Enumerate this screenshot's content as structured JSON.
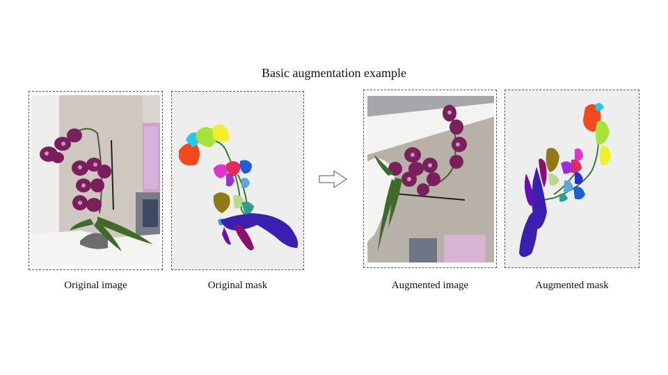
{
  "title": "Basic augmentation example",
  "panels": [
    {
      "caption": "Original image",
      "icon": "orchid-photo"
    },
    {
      "caption": "Original mask",
      "icon": "segmentation-mask"
    },
    {
      "caption": "Augmented image",
      "icon": "orchid-photo-rotated"
    },
    {
      "caption": "Augmented mask",
      "icon": "segmentation-mask-rotated"
    }
  ],
  "arrow_icon": "right-arrow-icon",
  "colors": {
    "mask_background": "#eeeeee",
    "leaf_blue": "#3b1fb0",
    "leaf_purple": "#6a0fb8",
    "stem_green": "#2e7d32"
  }
}
